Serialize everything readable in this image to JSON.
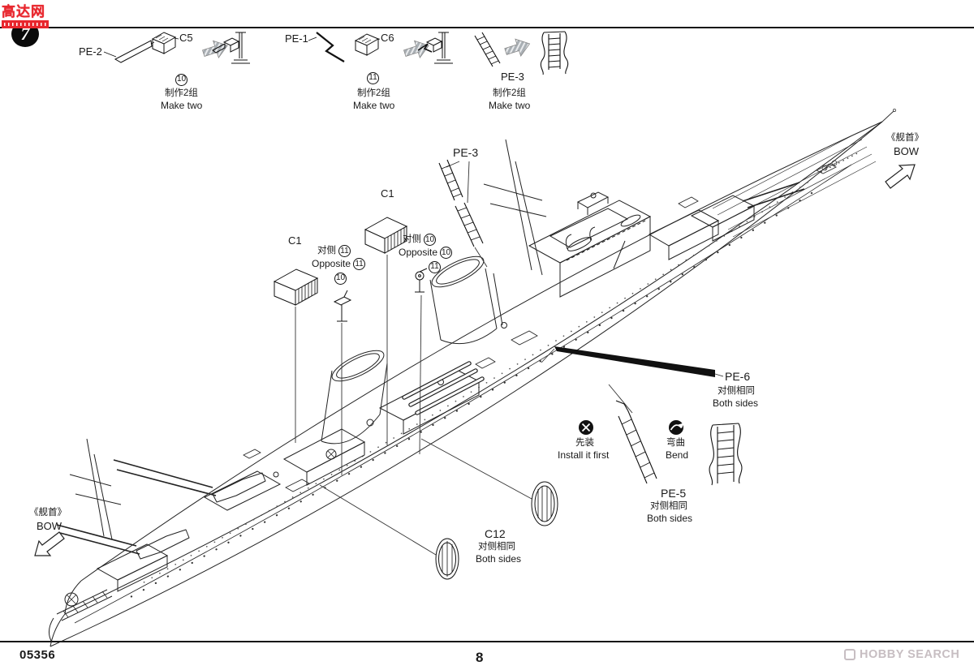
{
  "meta": {
    "kit": "05356",
    "page": "8",
    "step": "7"
  },
  "watermark": {
    "cn": "高达网"
  },
  "footer": {
    "hobby": "HOBBY SEARCH"
  },
  "subs": {
    "s1": {
      "pe": "PE-2",
      "part": "C5",
      "badge": "10",
      "cn": "制作2组",
      "en": "Make two"
    },
    "s2": {
      "pe": "PE-1",
      "part": "C6",
      "badge": "11",
      "cn": "制作2组",
      "en": "Make two"
    },
    "s3": {
      "pe": "PE-3",
      "cn": "制作2组",
      "en": "Make two"
    }
  },
  "callouts": {
    "pe3": "PE-3",
    "c1": "C1",
    "oppL": {
      "cn": "对侧",
      "en": "Opposite",
      "b1": "11",
      "b2": "11",
      "b3": "10"
    },
    "oppR": {
      "cn": "对侧",
      "en": "Opposite",
      "b1": "10",
      "b2": "10",
      "b3": "11"
    },
    "pe6": {
      "l": "PE-6",
      "cn": "对侧相同",
      "en": "Both sides"
    },
    "pe5": {
      "l": "PE-5",
      "cn": "对侧相同",
      "en": "Both sides"
    },
    "c12": {
      "l": "C12",
      "cn": "对侧相同",
      "en": "Both sides"
    },
    "inst": {
      "cn": "先装",
      "en": "Install it first"
    },
    "bend": {
      "cn": "弯曲",
      "en": "Bend"
    },
    "bow": {
      "cn": "《舰首》",
      "en": "BOW"
    }
  }
}
